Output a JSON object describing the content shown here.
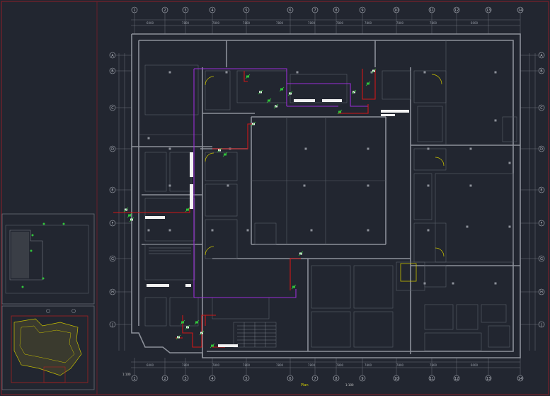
{
  "drawing": {
    "title": "Plan",
    "scale_label": "1:100",
    "scale_note": "1:100"
  },
  "colors": {
    "background": "#222630",
    "border": "#7a1f2a",
    "wall": "#8c9099",
    "thin_line": "#5b6069",
    "pipe_red": "#d01616",
    "pipe_purple": "#9b2fd8",
    "equipment_green": "#31c43b",
    "equipment_white": "#f2f2f2",
    "title_yellow": "#d6d000"
  },
  "grid": {
    "top_labels": [
      "1",
      "2",
      "3",
      "4",
      "5",
      "6",
      "7",
      "8",
      "9",
      "10",
      "11",
      "12",
      "13",
      "14"
    ],
    "bottom_labels": [
      "1",
      "2",
      "3",
      "4",
      "5",
      "6",
      "7",
      "8",
      "9",
      "10",
      "11",
      "12",
      "13",
      "14"
    ],
    "left_labels": [
      "A",
      "B",
      "C",
      "D",
      "E",
      "F",
      "G",
      "H",
      "J"
    ],
    "right_labels": [
      "A",
      "B",
      "C",
      "D",
      "E",
      "F",
      "G",
      "H",
      "J"
    ]
  },
  "dimensions": {
    "top": [
      "6000",
      "7800",
      "7800",
      "7800",
      "7800",
      "7800",
      "7800",
      "7800",
      "7800",
      "7800",
      "6000"
    ],
    "bottom": [
      "6000",
      "7800",
      "7800",
      "7800",
      "7800",
      "7800",
      "7800",
      "7800",
      "7800",
      "7800",
      "6000"
    ]
  },
  "icons": {
    "north_arrow": "north-arrow-icon",
    "key_plan": "key-plan-icon"
  }
}
